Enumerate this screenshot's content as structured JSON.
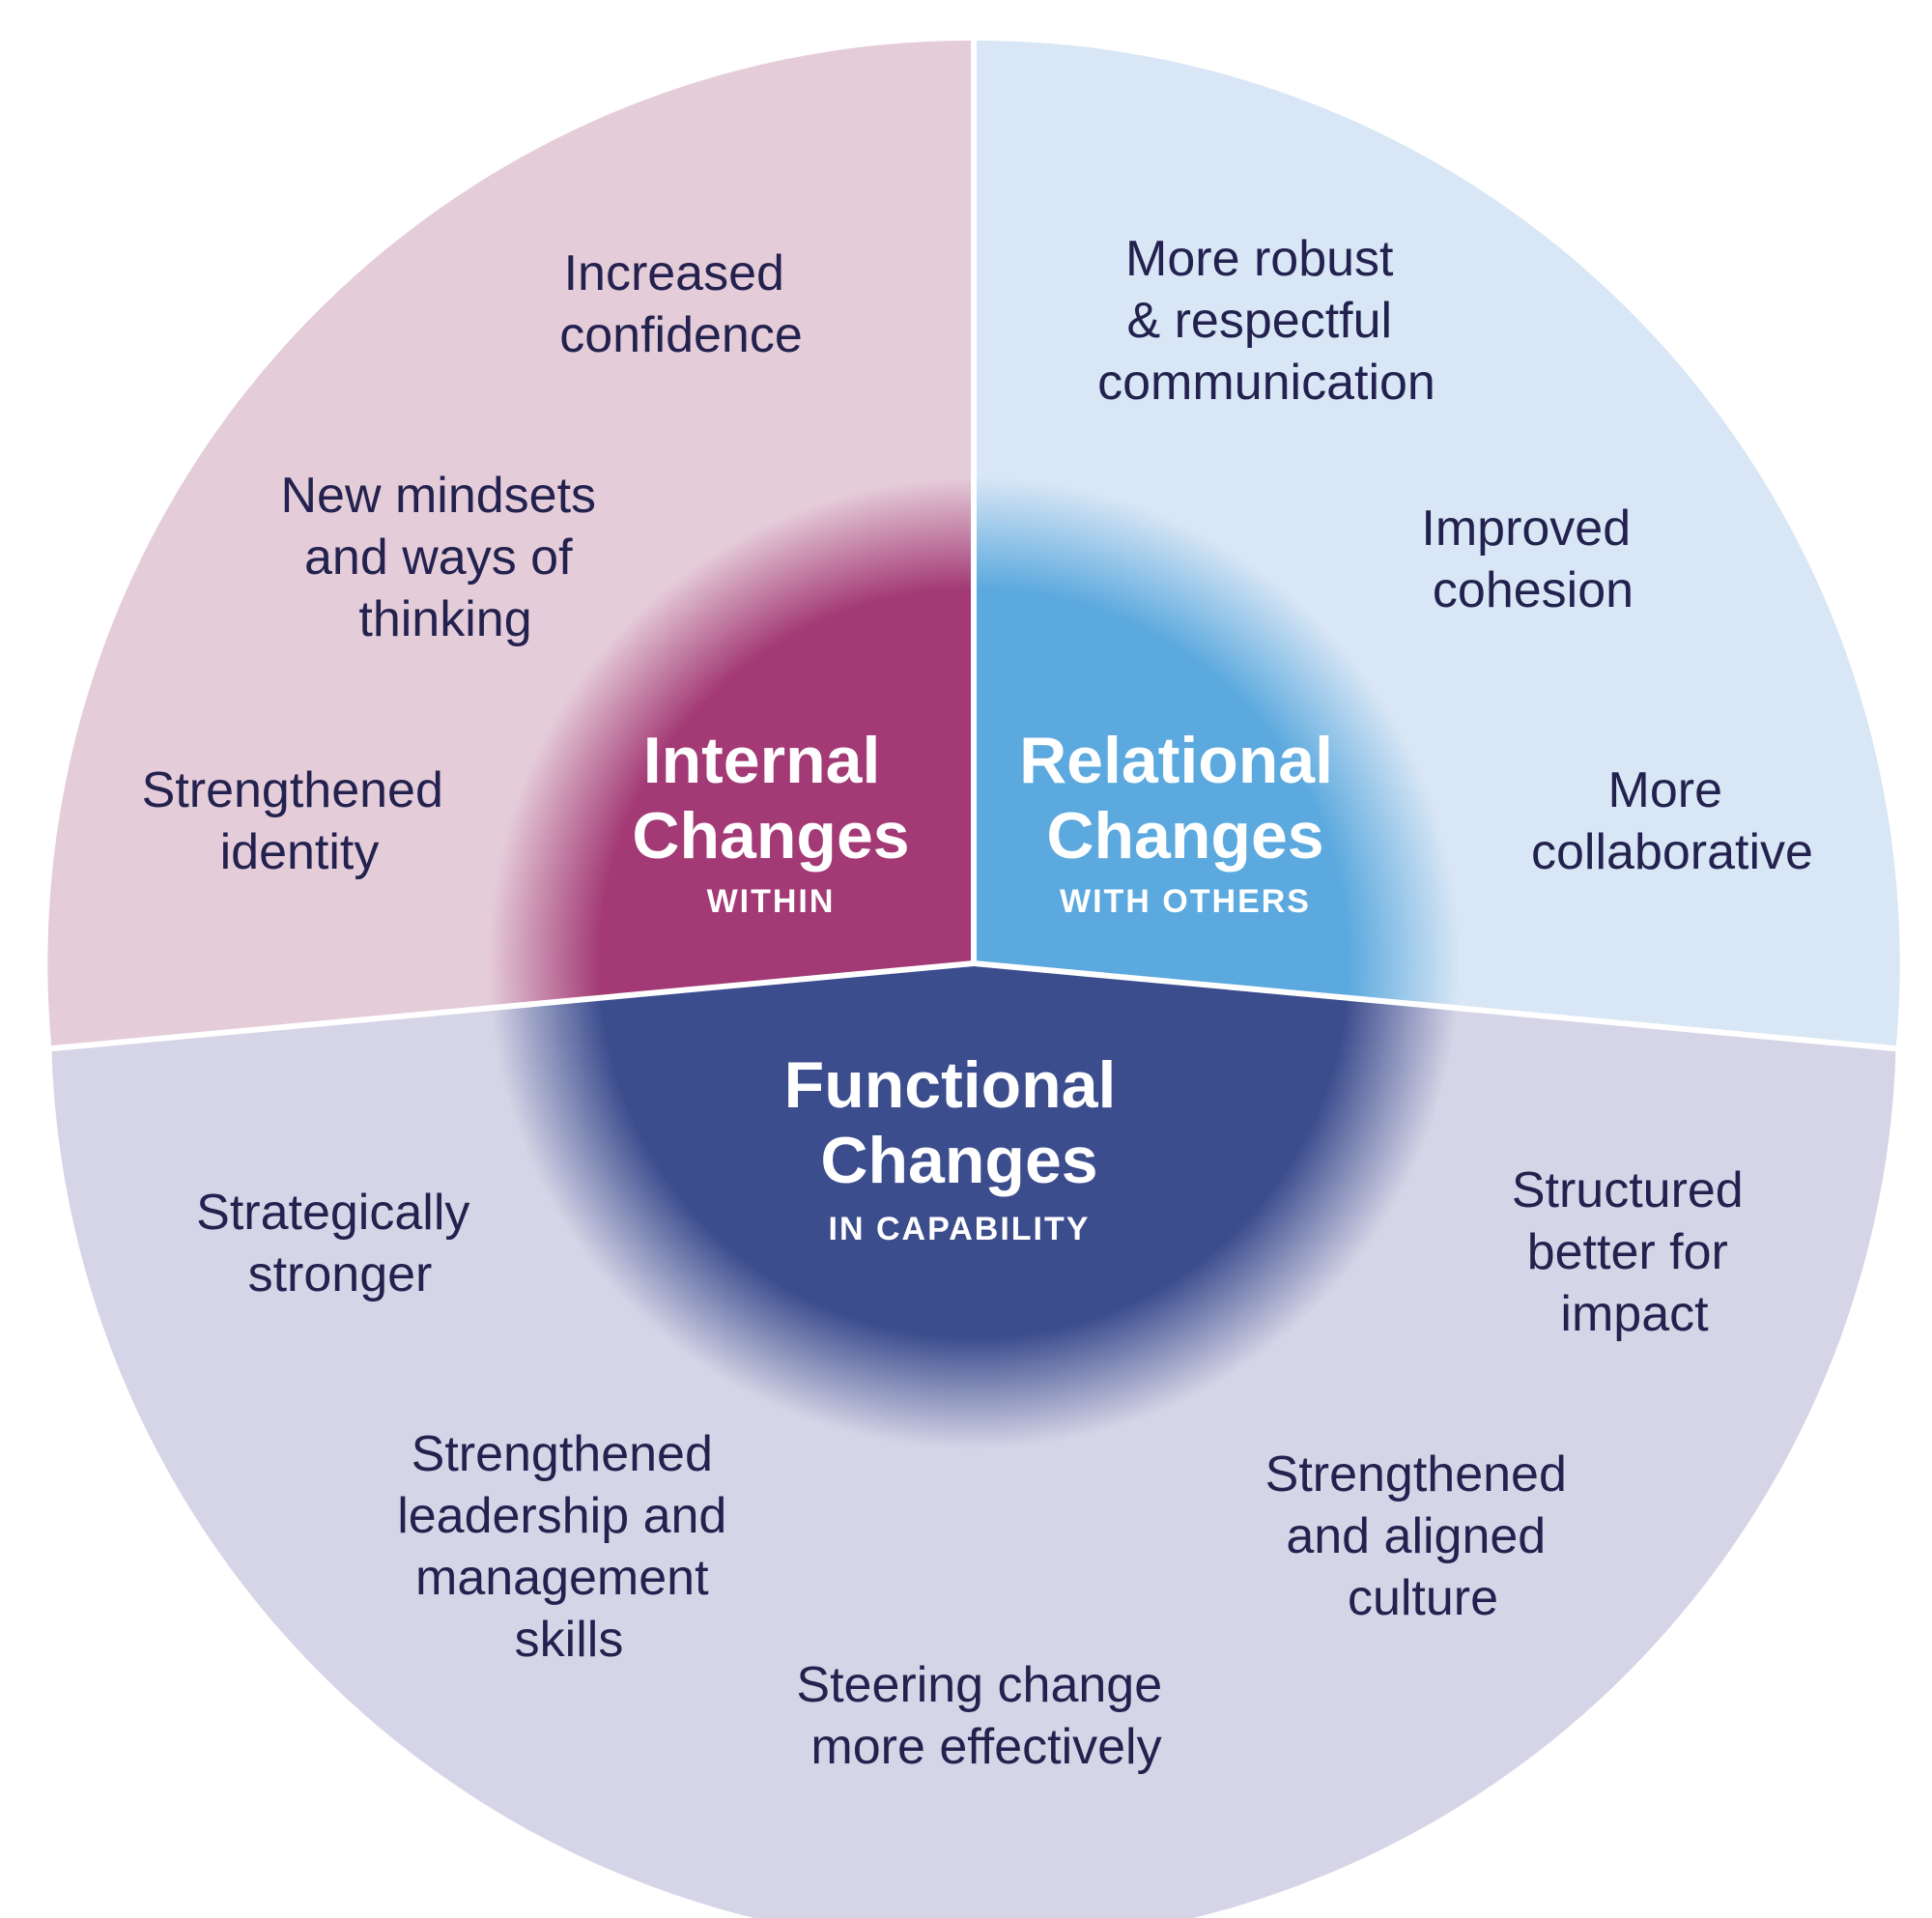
{
  "colors": {
    "internal_sector": "#e5ccd9",
    "relational_sector": "#d8e6f5",
    "functional_sector": "#d6d5e7",
    "internal_core": "#a33a75",
    "relational_core": "#5ba9de",
    "functional_core": "#3c4d8e",
    "label_text": "#23224f",
    "core_text": "#ffffff",
    "divider": "#ffffff"
  },
  "cores": {
    "internal": {
      "title_line1": "Internal",
      "title_line2": "Changes",
      "subtitle": "WITHIN"
    },
    "relational": {
      "title_line1": "Relational",
      "title_line2": "Changes",
      "subtitle": "WITH OTHERS"
    },
    "functional": {
      "title_line1": "Functional",
      "title_line2": "Changes",
      "subtitle": "IN CAPABILITY"
    }
  },
  "internal_outcomes": {
    "increased_confidence": [
      "Increased",
      "confidence"
    ],
    "new_mindsets": [
      "New mindsets",
      "and ways of",
      "thinking"
    ],
    "strengthened_identity": [
      "Strengthened",
      "identity"
    ]
  },
  "relational_outcomes": {
    "robust_communication": [
      "More robust",
      "& respectful",
      "communication"
    ],
    "improved_cohesion": [
      "Improved",
      "cohesion"
    ],
    "more_collaborative": [
      "More",
      "collaborative"
    ]
  },
  "functional_outcomes": {
    "strategically_stronger": [
      "Strategically",
      "stronger"
    ],
    "leadership_skills": [
      "Strengthened",
      "leadership and",
      "management",
      "skills"
    ],
    "steering_change": [
      "Steering change",
      "more effectively"
    ],
    "aligned_culture": [
      "Strengthened",
      "and aligned",
      "culture"
    ],
    "structured_impact": [
      "Structured",
      "better for",
      "impact"
    ]
  }
}
